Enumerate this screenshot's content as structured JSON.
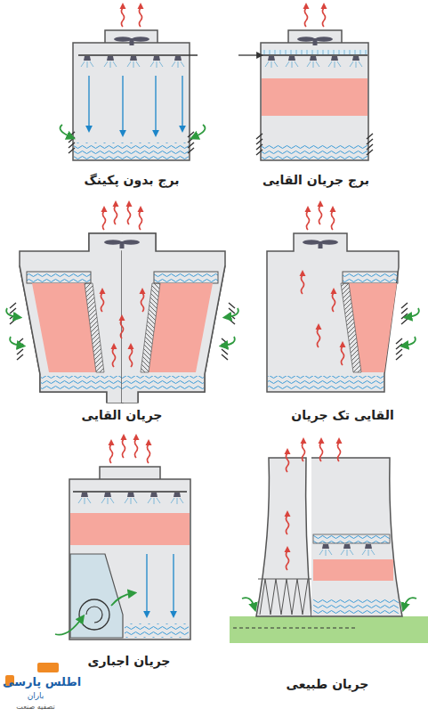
{
  "diagram": {
    "labels": [
      "برج بدون پکینگ",
      "برج جریان القایی",
      "جریان القایی",
      "القایی تک جریان",
      "جریان اجباری",
      "جریان طبیعی",
      "اطلس پارسی",
      "باران",
      "تصفیه صنعت"
    ]
  }
}
